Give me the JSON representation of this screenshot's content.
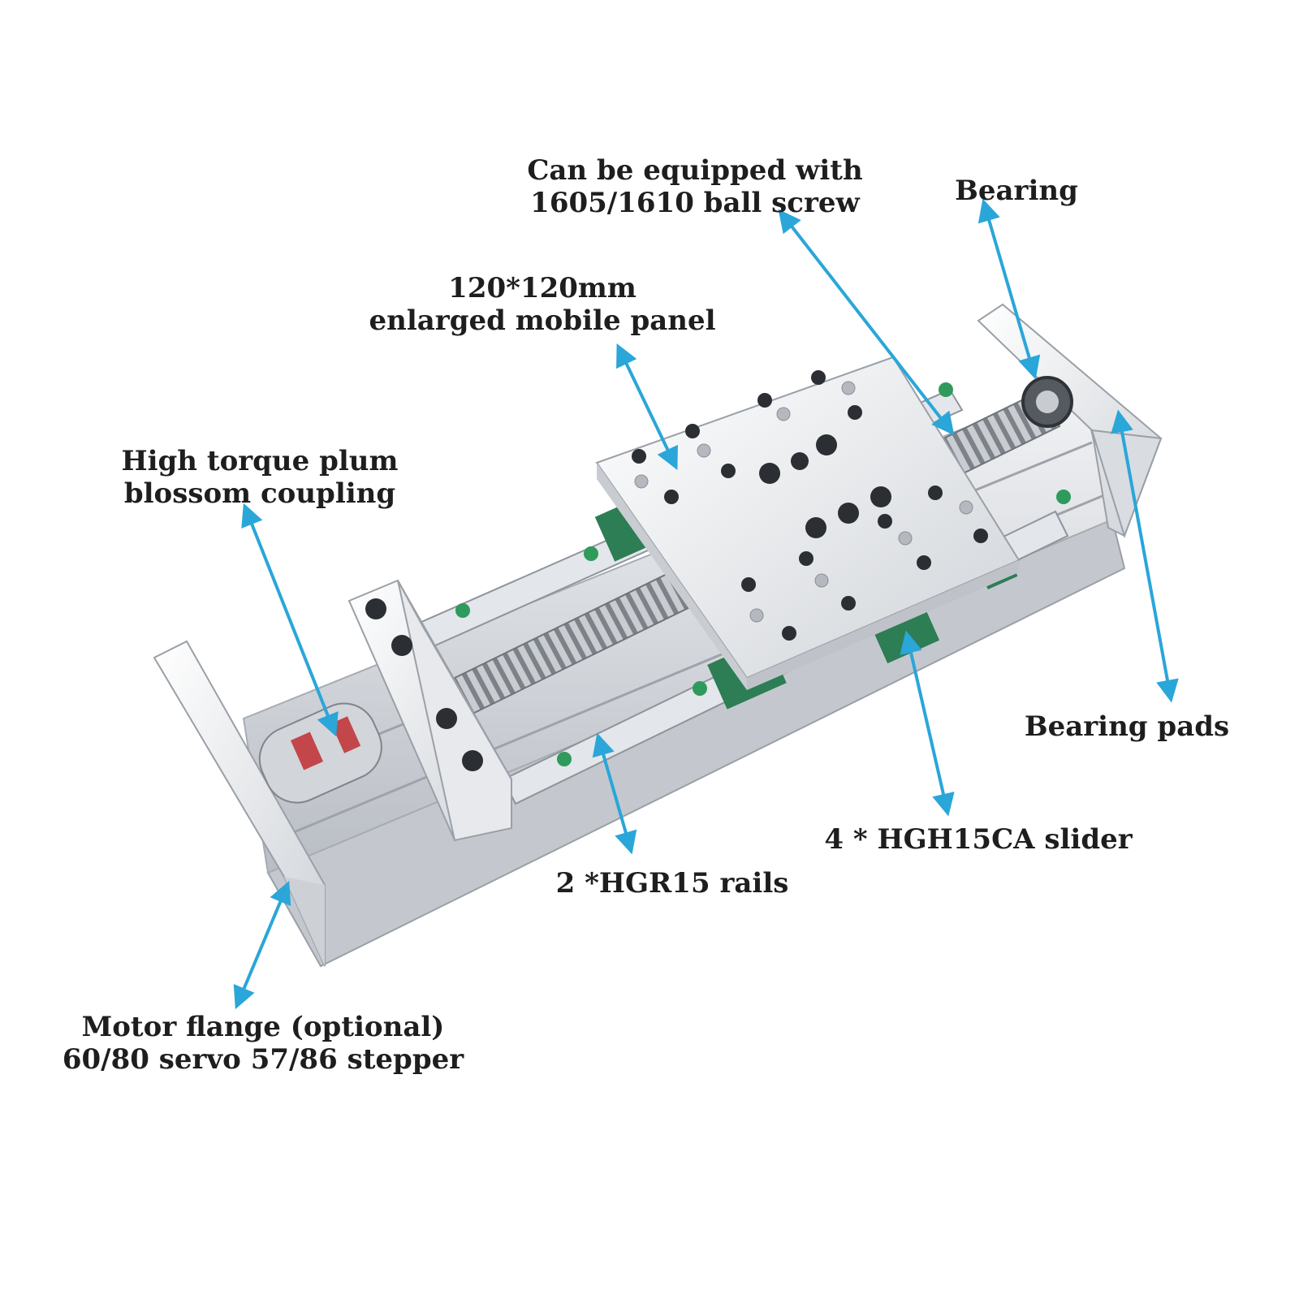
{
  "accent_color": "#2aa6d9",
  "callouts": {
    "ball_screw": {
      "line1": "Can be equipped with",
      "line2": "1605/1610 ball screw"
    },
    "bearing": {
      "line1": "Bearing"
    },
    "mobile_panel": {
      "line1": "120*120mm",
      "line2": "enlarged mobile panel"
    },
    "coupling": {
      "line1": "High torque plum",
      "line2": "blossom coupling"
    },
    "bearing_pads": {
      "line1": "Bearing pads"
    },
    "slider": {
      "line1": "4 * HGH15CA slider"
    },
    "rails": {
      "line1": "2 *HGR15 rails"
    },
    "motor_flange": {
      "line1": "Motor flange (optional)",
      "line2": "60/80 servo 57/86 stepper"
    }
  }
}
